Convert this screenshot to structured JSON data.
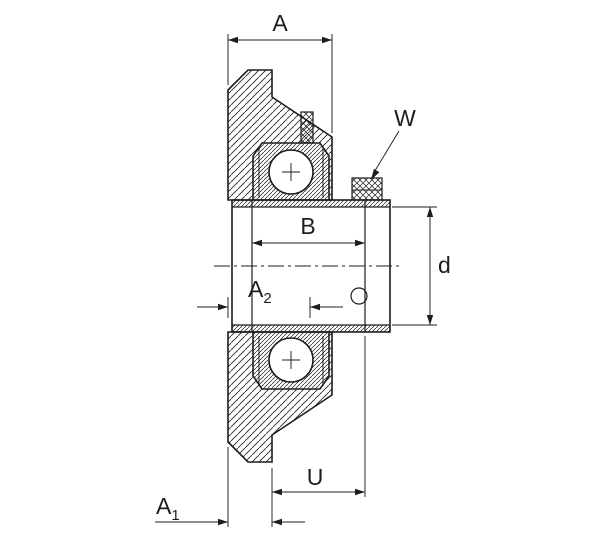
{
  "drawing": {
    "title": "flanged-bearing-unit-cross-section",
    "background_color": "#ffffff",
    "line_color": "#1d1d1d",
    "labels": {
      "housing_width": "A",
      "set_screw": "W",
      "inner_ring_width": "B",
      "bore_diameter": "d",
      "offset": {
        "base": "A",
        "sub": "2"
      },
      "base_to_end": "U",
      "flange_thickness": {
        "base": "A",
        "sub": "1"
      }
    }
  }
}
